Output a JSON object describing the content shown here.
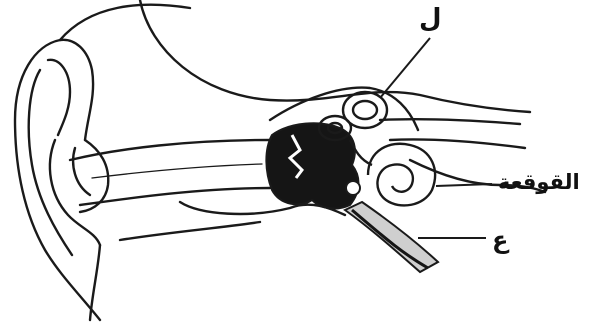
{
  "labels": {
    "top_letter": "ل",
    "cochlea": "القوقعة",
    "bottom_letter": "ع"
  },
  "colors": {
    "line": "#1a1a1a",
    "fill_dark": "#151515",
    "shade": "#cfcfcf",
    "background": "#ffffff"
  }
}
